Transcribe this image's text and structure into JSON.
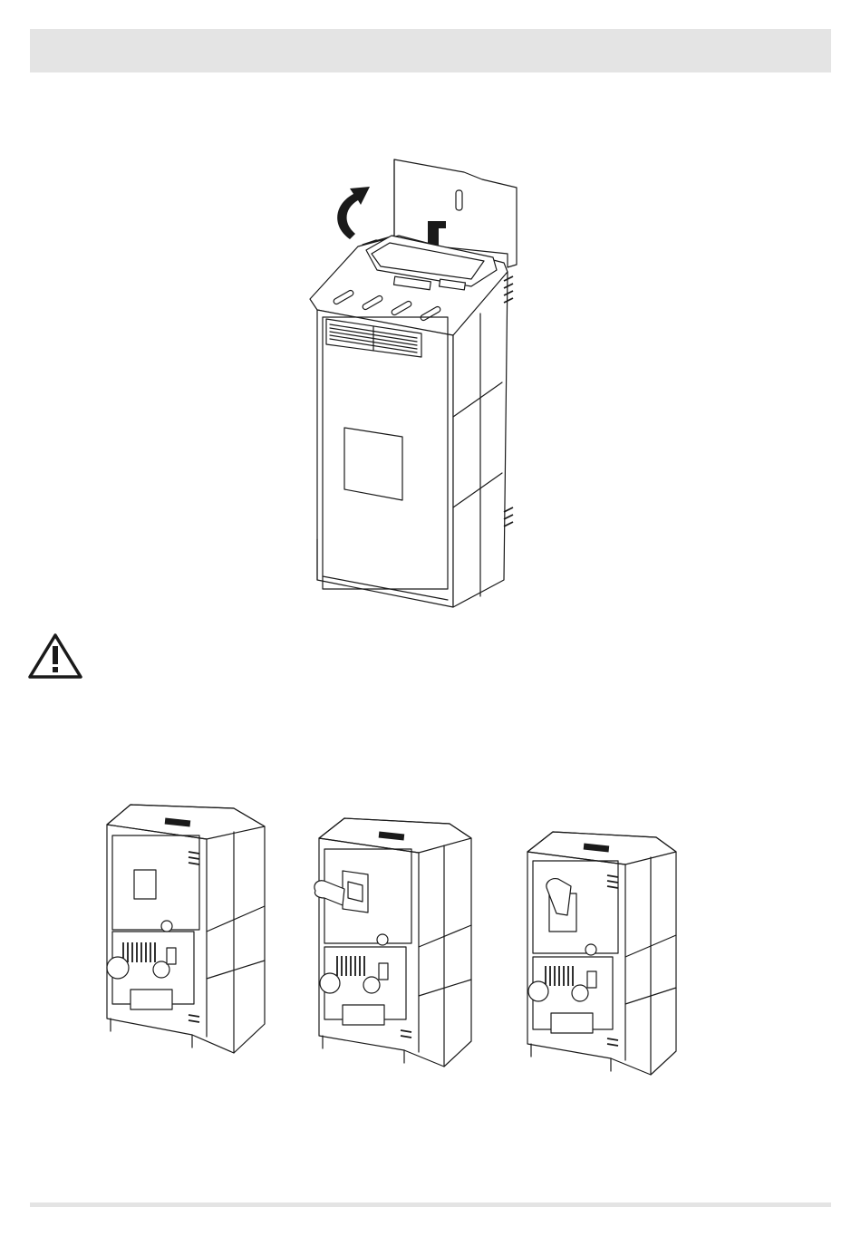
{
  "document": {
    "header_text": "",
    "warning": {
      "icon": "warning-triangle-icon"
    },
    "figures": [
      {
        "id": "main-figure",
        "icon": "stove-top-panel-removal-icon"
      },
      {
        "id": "rear-1",
        "icon": "stove-rear-view-icon"
      },
      {
        "id": "rear-2",
        "icon": "stove-rear-side-flue-icon"
      },
      {
        "id": "rear-3",
        "icon": "stove-rear-top-flue-icon"
      }
    ]
  }
}
